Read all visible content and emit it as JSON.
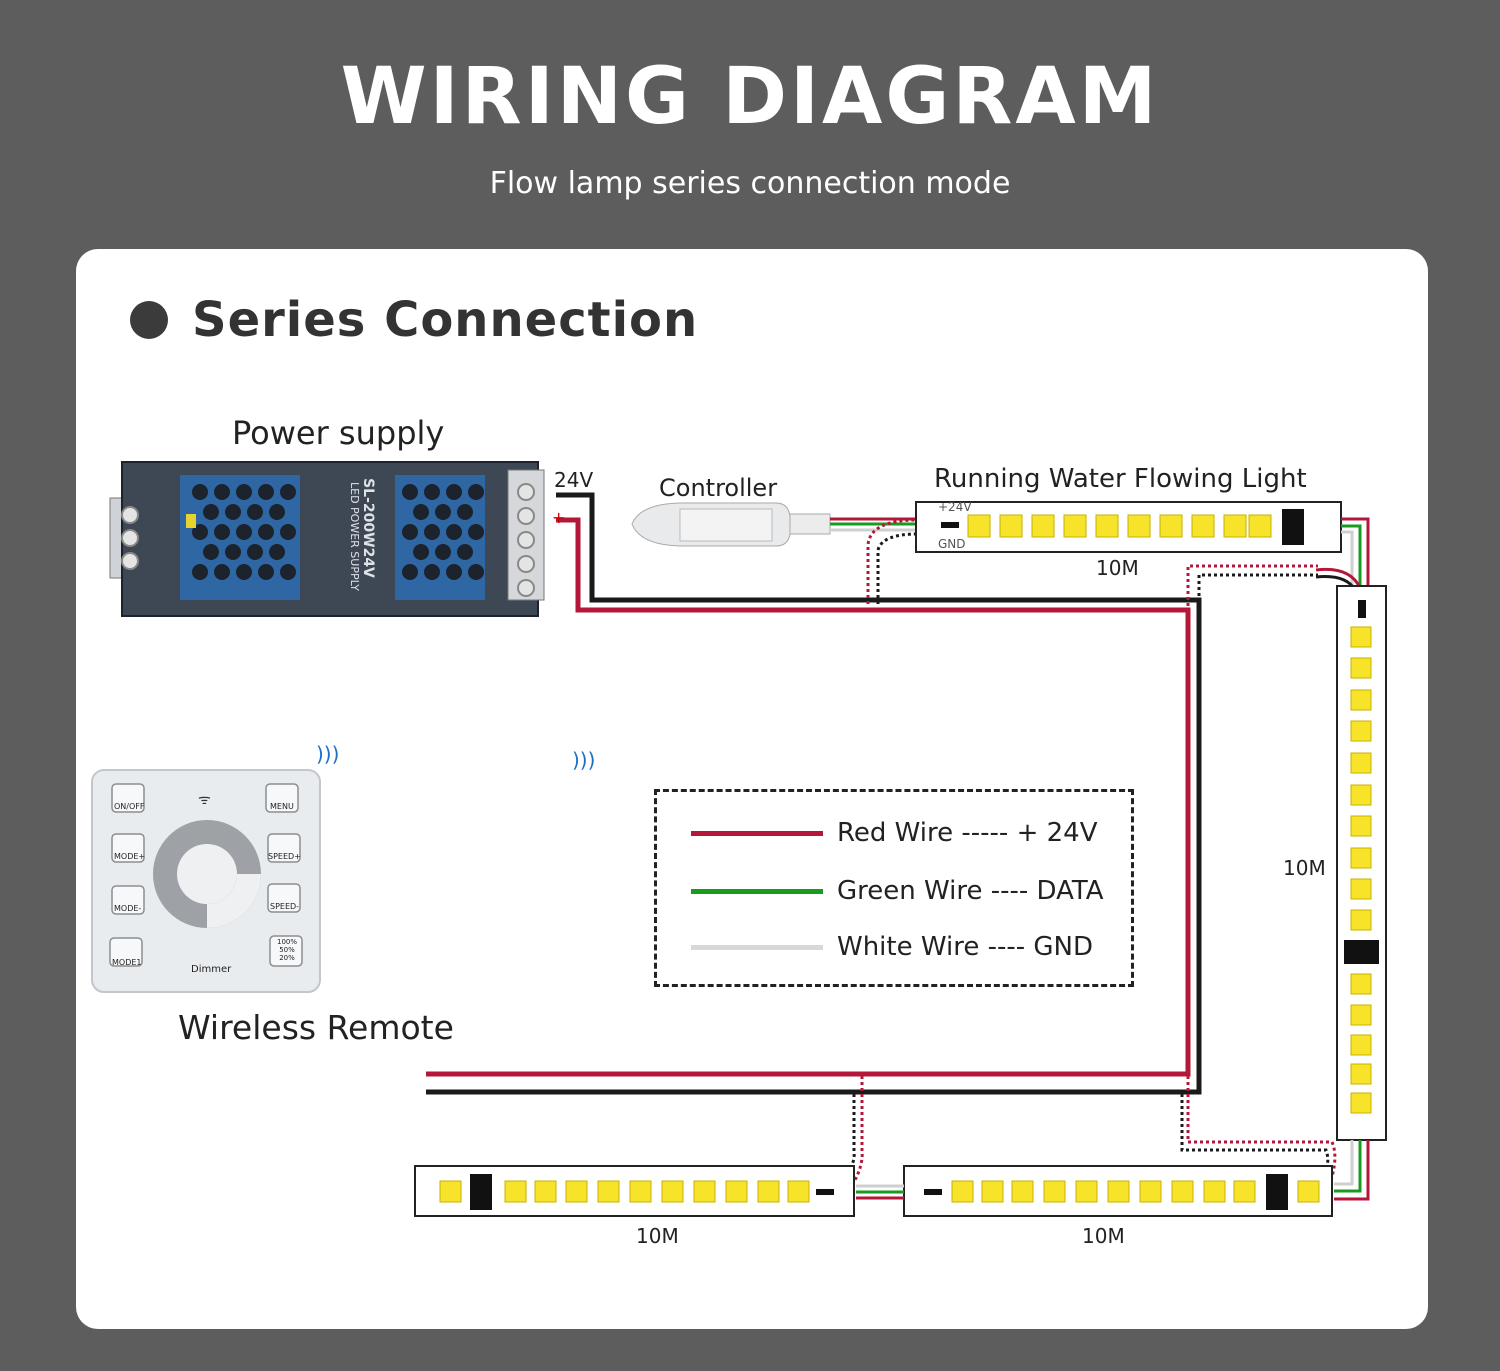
{
  "header": {
    "title": "WIRING DIAGRAM",
    "subtitle": "Flow lamp series connection mode"
  },
  "section": {
    "title": "Series Connection"
  },
  "labels": {
    "power_supply": "Power supply",
    "voltage": "24V",
    "plus": "+",
    "controller": "Controller",
    "running_light": "Running Water Flowing Light",
    "wireless_remote": "Wireless Remote",
    "strip_plus": "+24V",
    "strip_gnd": "GND",
    "strip_length_top": "10M",
    "strip_length_right": "10M",
    "strip_length_bottom_left": "10M",
    "strip_length_bottom_right": "10M"
  },
  "power_supply_print": {
    "brand": "LED POWER SUPPLY",
    "model": "SL-200W24V"
  },
  "remote": {
    "btn_onoff": "ON/OFF",
    "btn_menu": "MENU",
    "btn_mode_plus": "MODE+",
    "btn_speed_plus": "SPEED+",
    "btn_mode_minus": "MODE-",
    "btn_speed_minus": "SPEED-",
    "btn_mode1": "MODE1",
    "btn_bright": "100% 50% 20%",
    "name": "Dimmer"
  },
  "legend": [
    {
      "label": "Red Wire ----- + 24V",
      "color": "#b3173a"
    },
    {
      "label": "Green Wire ---- DATA",
      "color": "#179c1f"
    },
    {
      "label": "White Wire ---- GND",
      "color": "#d8d8d8"
    }
  ],
  "colors": {
    "background": "#5d5d5d",
    "red_wire": "#b3173a",
    "black_wire": "#1a1a1a",
    "green_wire": "#179c1f",
    "white_wire": "#cfcfcf",
    "led": "#f7e32a"
  }
}
